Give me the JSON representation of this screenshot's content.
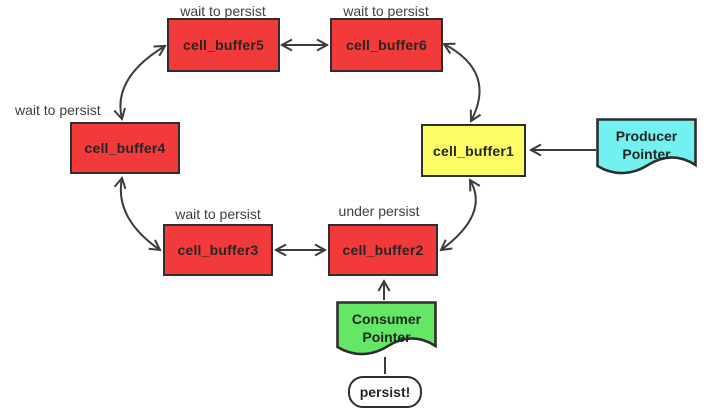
{
  "colors": {
    "canvas-bg": "#ffffff",
    "buffer-red": "#f23a3a",
    "buffer-yellow": "#fcfc66",
    "producer-cyan": "#73f1f1",
    "consumer-green": "#64e764",
    "shape-border": "#2e2e2e",
    "connector": "#3c3c3c",
    "annotation-text": "#3f3f3f",
    "node-text": "#262626"
  },
  "nodes": [
    {
      "id": "cell_buffer5",
      "label": "cell_buffer5",
      "state": "wait to persist"
    },
    {
      "id": "cell_buffer6",
      "label": "cell_buffer6",
      "state": "wait to persist"
    },
    {
      "id": "cell_buffer4",
      "label": "cell_buffer4",
      "state": "wait to persist"
    },
    {
      "id": "cell_buffer1",
      "label": "cell_buffer1",
      "state": ""
    },
    {
      "id": "cell_buffer3",
      "label": "cell_buffer3",
      "state": "wait to persist"
    },
    {
      "id": "cell_buffer2",
      "label": "cell_buffer2",
      "state": "under persist"
    }
  ],
  "pointers": [
    {
      "id": "producer",
      "label": "Producer Pointer"
    },
    {
      "id": "consumer",
      "label": "Consumer Pointer"
    }
  ],
  "action": {
    "label": "persist!"
  },
  "edges": [
    {
      "from": "cell_buffer5",
      "to": "cell_buffer6",
      "type": "bidirectional"
    },
    {
      "from": "cell_buffer4",
      "to": "cell_buffer5",
      "type": "bidirectional"
    },
    {
      "from": "cell_buffer6",
      "to": "cell_buffer1",
      "type": "bidirectional"
    },
    {
      "from": "cell_buffer3",
      "to": "cell_buffer4",
      "type": "bidirectional"
    },
    {
      "from": "cell_buffer3",
      "to": "cell_buffer2",
      "type": "bidirectional"
    },
    {
      "from": "cell_buffer2",
      "to": "cell_buffer1",
      "type": "bidirectional"
    },
    {
      "from": "Producer Pointer",
      "to": "cell_buffer1",
      "type": "arrow"
    },
    {
      "from": "Consumer Pointer",
      "to": "cell_buffer2",
      "type": "arrow"
    },
    {
      "from": "persist!",
      "to": "Consumer Pointer",
      "type": "line"
    }
  ]
}
